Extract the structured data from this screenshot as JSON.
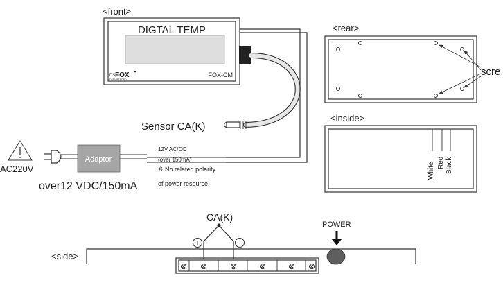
{
  "front": {
    "label": "<front>",
    "display_title": "DIGTAL TEMP",
    "brand_ds": "DS",
    "brand_name": "FOX",
    "brand_company": "DSEMBEDDED",
    "model": "FOX-CM"
  },
  "rear": {
    "label": "<rear>",
    "callout": "scre"
  },
  "inside": {
    "label": "<inside>",
    "wires": [
      "White",
      "Red",
      "Black"
    ]
  },
  "sensor": {
    "label_main": "Sensor CA",
    "label_suffix": "(K)"
  },
  "power": {
    "source": "AC220V",
    "adaptor": "Adaptor",
    "adaptor_spec": "over12 VDC/150mA",
    "spec_line1": "12V AC/DC",
    "spec_line2": "(over 150mA)",
    "note_line1": "※ No related polarity",
    "note_line2": "of power resource."
  },
  "side": {
    "label": "<side>",
    "thermocouple": "CA(K)",
    "plus": "+",
    "minus": "−",
    "power_label": "POWER",
    "terminal_mark": "⊗"
  }
}
